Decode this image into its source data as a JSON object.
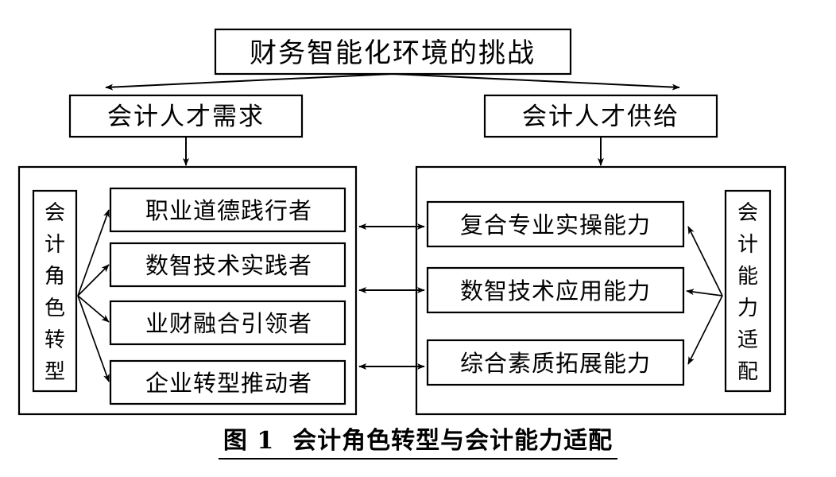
{
  "figure": {
    "caption": "图 1  会计角色转型与会计能力适配",
    "top_node": {
      "label": "财务智能化环境的挑战"
    },
    "second_level": {
      "left": {
        "label": "会计人才需求"
      },
      "right": {
        "label": "会计人才供给"
      }
    },
    "left_panel": {
      "spine_label": "会计角色转型",
      "spine_chars": [
        "会",
        "计",
        "角",
        "色",
        "转",
        "型"
      ],
      "items": [
        {
          "label": "职业道德践行者"
        },
        {
          "label": "数智技术实践者"
        },
        {
          "label": "业财融合引领者"
        },
        {
          "label": "企业转型推动者"
        }
      ]
    },
    "right_panel": {
      "spine_label": "会计能力适配",
      "spine_chars": [
        "会",
        "计",
        "能",
        "力",
        "适",
        "配"
      ],
      "items": [
        {
          "label": "复合专业实操能力"
        },
        {
          "label": "数智技术应用能力"
        },
        {
          "label": "综合素质拓展能力"
        }
      ]
    },
    "connectors": {
      "top_fork": "double-headed-arrow",
      "demand_down": "down-arrow",
      "supply_down": "down-arrow",
      "cross_links": "double-headed-arrow",
      "cross_link_count": 3,
      "left_fan_count": 4,
      "right_fan_count": 3
    },
    "colors": {
      "line": "#000000",
      "fill": "#ffffff",
      "text": "#000000"
    }
  }
}
